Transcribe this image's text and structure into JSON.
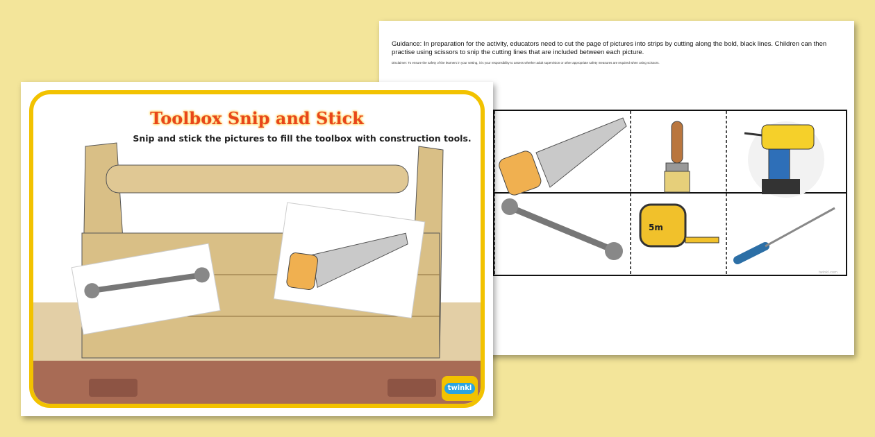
{
  "worksheet": {
    "guidance": "Guidance: In preparation for the activity, educators need to cut the page of pictures into strips by cutting along the bold, black lines. Children can then practise using scissors to snip the cutting lines that are included between each picture.",
    "disclaimer": "Disclaimer: To ensure the safety of the learners in your setting, it is your responsibility to assess whether adult supervision or other appropriate safety measures are required when using scissors.",
    "pictures": [
      "saw-icon",
      "paintbrush-icon",
      "drill-icon",
      "spanner-icon",
      "tape-measure-icon",
      "screwdriver-icon"
    ],
    "tape_label": "5m",
    "footer": "twinkl.com"
  },
  "activity_sheet": {
    "title": "Toolbox Snip and Stick",
    "instruction": "Snip and stick the pictures to fill the toolbox with construction tools.",
    "logo": "twinkl"
  },
  "colors": {
    "background": "#f3e59a",
    "frame": "#f2c200",
    "title": "#e8461b",
    "wood": "#d9bf86",
    "floor": "#a86b55"
  }
}
